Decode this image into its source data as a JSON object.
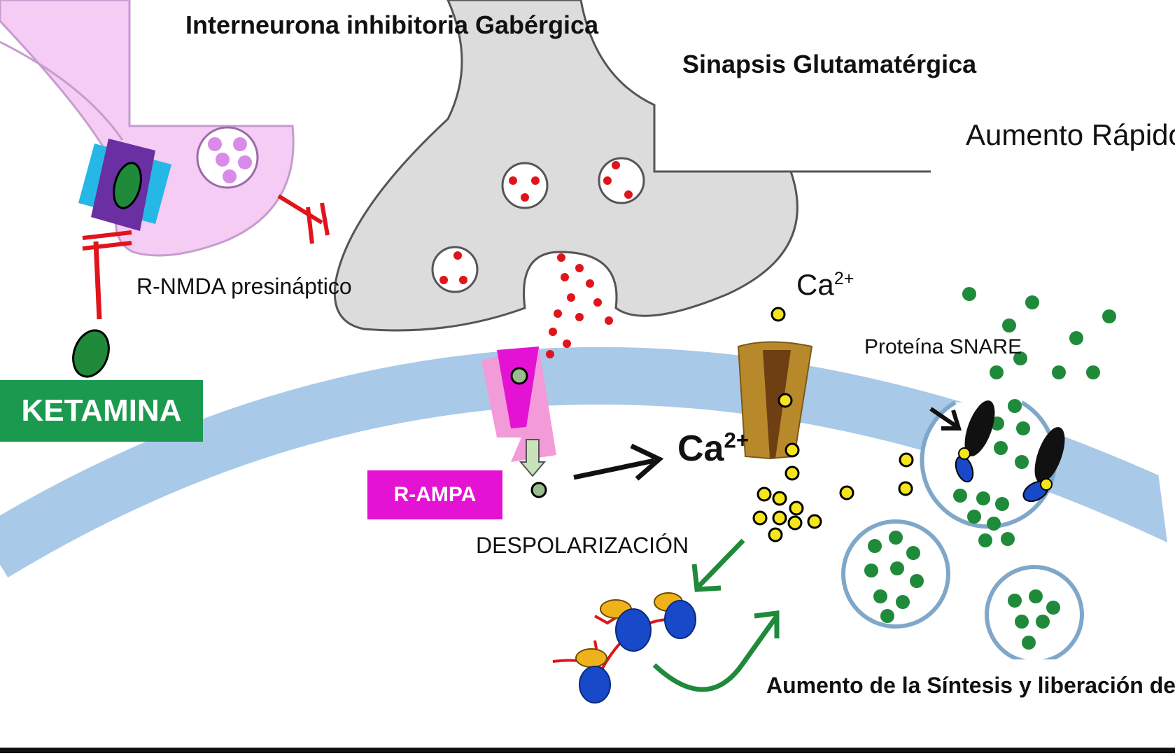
{
  "labels": {
    "interneurona": "Interneurona inhibitoria Gabérgica",
    "sinapsis": "Sinapsis Glutamatérgica",
    "aumento_rapido": "Aumento Rápido de BDNF",
    "r_nmda": "R-NMDA presináptico",
    "ca_base": "Ca",
    "ca_charge": "2+",
    "snare": "Proteína SNARE",
    "despolarizacion": "DESPOLARIZACIÓN",
    "aumento_sintesis": "Aumento de la Síntesis y liberación de BDNF",
    "ketamina": "KETAMINA",
    "r_ampa": "R-AMPA"
  },
  "colors": {
    "membrane": "#a9c9e8",
    "interneuron": "#f4ccf4",
    "presynaptic_terminal": "#dcdcdc",
    "glutamate": "#e0141b",
    "bdnf": "#1e8a3a",
    "calcium": "#f5e51b",
    "ketamina_badge": "#1b9a4f",
    "r_ampa_badge": "#e412d3",
    "inhibition": "#e0141b",
    "nmda_receptor": "#6a2fa3",
    "nmda_outer": "#25b7e6",
    "ca_channel": "#b8892a",
    "snare_protein": "#111111"
  },
  "icons": [
    "nmda-receptor-icon",
    "ketamine-molecule-icon",
    "ampa-receptor-icon",
    "calcium-channel-icon",
    "snare-protein-icon",
    "bdnf-vesicle-icon",
    "ribosome-mrna-icon",
    "inhibition-symbol-icon",
    "arrow-icon"
  ]
}
